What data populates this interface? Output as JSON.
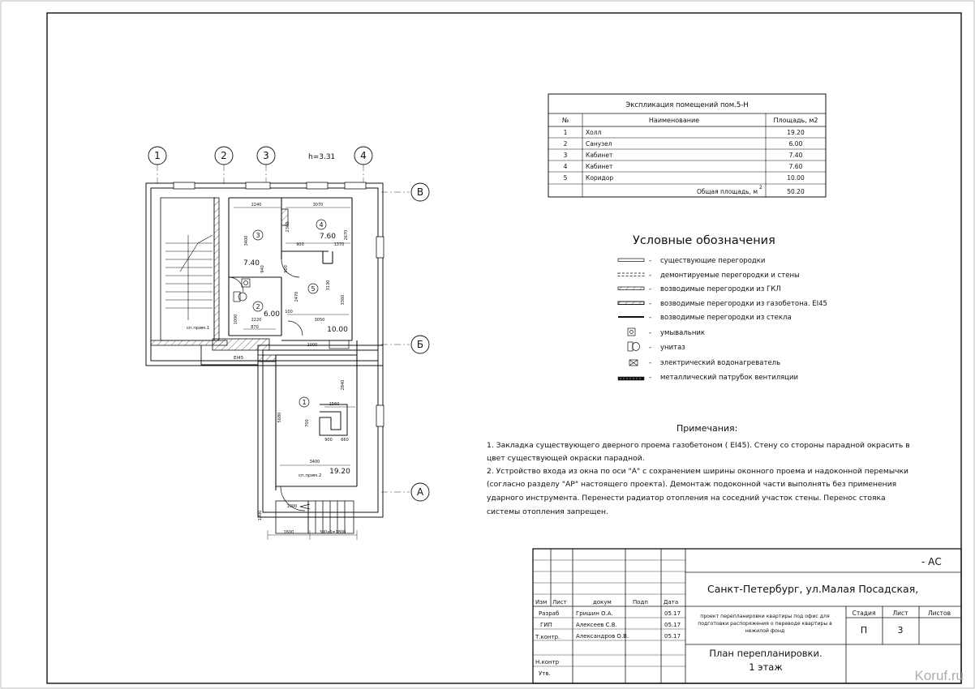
{
  "plan": {
    "height_label": "h=3.31",
    "axes_top": [
      "1",
      "2",
      "3",
      "4"
    ],
    "axes_right": [
      "В",
      "Б",
      "А"
    ],
    "rooms": [
      {
        "num": "1",
        "area": "19.20"
      },
      {
        "num": "2",
        "area": "6.00"
      },
      {
        "num": "3",
        "area": "7.40"
      },
      {
        "num": "4",
        "area": "7.60"
      },
      {
        "num": "5",
        "area": "10.00"
      }
    ],
    "dims": [
      "2240",
      "3070",
      "3400",
      "2360",
      "2670",
      "900",
      "1370",
      "940",
      "900",
      "3130",
      "2470",
      "3360",
      "1000",
      "2220",
      "870",
      "3050",
      "100",
      "1000",
      "2840",
      "1560",
      "5680",
      "700",
      "900",
      "660",
      "3400",
      "1000",
      "1300",
      "1600",
      "300х6=1800"
    ],
    "section_labels": [
      "сп.прим.1",
      "сп.прим.2"
    ],
    "wall_mark": "EI45"
  },
  "explication": {
    "title": "Экспликация помещений пом.5-Н",
    "headers": [
      "№",
      "Наименование",
      "Площадь, м2"
    ],
    "rows": [
      [
        "1",
        "Холл",
        "19.20"
      ],
      [
        "2",
        "Санузел",
        "6.00"
      ],
      [
        "3",
        "Кабинет",
        "7.40"
      ],
      [
        "4",
        "Кабинет",
        "7.60"
      ],
      [
        "5",
        "Коридор",
        "10.00"
      ]
    ],
    "total_label": "Общая площадь, м",
    "total_sup": "2",
    "total_value": "50.20"
  },
  "legend": {
    "title": "Условные обозначения",
    "items": [
      "существующие перегородки",
      "демонтируемые перегородки и стены",
      "возводимые перегородки из ГКЛ",
      "возводимые перегородки из газобетона. EI45",
      "возводимые перегородки из стекла",
      "умывальник",
      "унитаз",
      "электрический водонагреватель",
      "металлический патрубок вентиляции"
    ]
  },
  "notes": {
    "title": "Примечания:",
    "lines": [
      "1. Закладка существующего дверного проема газобетоном ( EI45). Стену со стороны парадной окрасить в",
      "цвет существующей окраски парадной.",
      "2. Устройство входа из окна по оси \"А\" с сохранением ширины оконного проема и надоконной перемычки",
      "(согласно разделу \"АР\" настоящего проекта). Демонтаж подоконной части выполнять без применения",
      "ударного инструмента. Перенести радиатор отопления на соседний участок стены. Перенос стояка",
      "системы отопления запрещен."
    ]
  },
  "title_block": {
    "code": "- АС",
    "address": "Санкт-Петербург, ул.Малая Посадская,",
    "columns": [
      "Изм",
      "Лист",
      "докум",
      "Подп",
      "Дата"
    ],
    "staff": [
      {
        "role": "Разраб",
        "name": "Гришин О.А.",
        "date": "05.17"
      },
      {
        "role": "ГИП",
        "name": "Алексеев С.В.",
        "date": "05.17"
      },
      {
        "role": "Т.контр.",
        "name": "Александров О.В.",
        "date": "05.17"
      },
      {
        "role": "Н.контр",
        "name": "",
        "date": ""
      },
      {
        "role": "Утв.",
        "name": "",
        "date": ""
      }
    ],
    "project_desc": [
      "проект перепланировки квартиры под офис для",
      "подготовки распоряжения о переводе квартиры в",
      "нежилой фонд"
    ],
    "stage_labels": [
      "Стадия",
      "Лист",
      "Листов"
    ],
    "stage": "П",
    "sheet": "3",
    "sheets": "",
    "drawing_title": [
      "План перепланировки.",
      "1 этаж"
    ]
  },
  "watermark": "Koruf.ru"
}
